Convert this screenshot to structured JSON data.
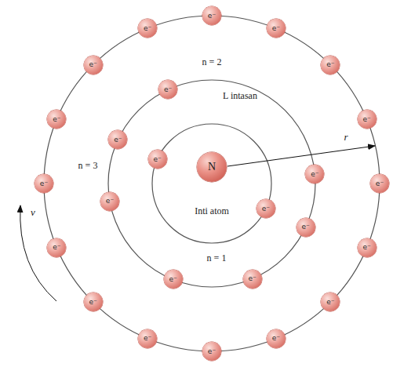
{
  "diagram": {
    "nodes": [
      {
        "text": [
          "N"
        ]
      },
      {
        "text": [
          "e⁻"
        ]
      },
      {
        "text": [
          "e⁻"
        ]
      },
      {
        "text": [
          "e⁻"
        ]
      },
      {
        "text": [
          "e⁻"
        ]
      },
      {
        "text": [
          "e⁻"
        ]
      },
      {
        "text": [
          "e⁻"
        ]
      },
      {
        "text": [
          "e⁻"
        ]
      },
      {
        "text": [
          "e⁻"
        ]
      },
      {
        "text": [
          "e⁻"
        ]
      },
      {
        "text": [
          "e⁻"
        ]
      },
      {
        "text": [
          "e⁻"
        ]
      },
      {
        "text": [
          "e⁻"
        ]
      },
      {
        "text": [
          "e⁻"
        ]
      },
      {
        "text": [
          "e⁻"
        ]
      },
      {
        "text": [
          "e⁻"
        ]
      },
      {
        "text": [
          "e⁻"
        ]
      },
      {
        "text": [
          "e⁻"
        ]
      },
      {
        "text": [
          "e⁻"
        ]
      },
      {
        "text": [
          "e⁻"
        ]
      },
      {
        "text": [
          "e⁻"
        ]
      },
      {
        "text": [
          "e⁻"
        ]
      },
      {
        "text": [
          "e⁻"
        ]
      },
      {
        "text": [
          "e⁻"
        ]
      },
      {
        "text": [
          "e⁻"
        ]
      },
      {
        "text": [
          "e⁻"
        ]
      }
    ],
    "labels": [
      "n = 2",
      "L intasan",
      "n = 3",
      "Inti atom",
      "n = 1",
      "r",
      "v"
    ]
  }
}
